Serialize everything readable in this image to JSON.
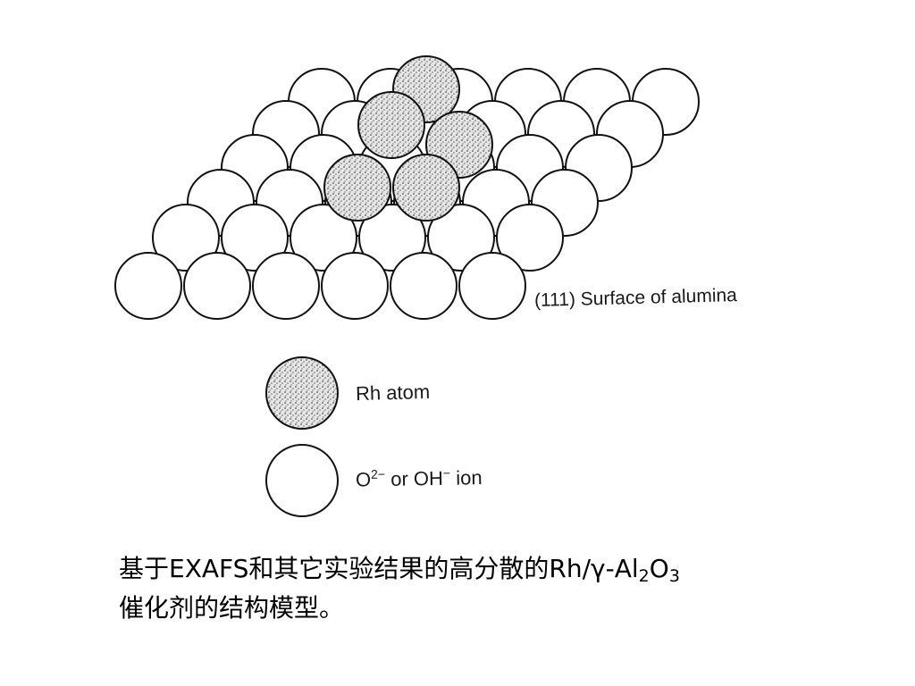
{
  "diagram": {
    "surface_label": "(111) Surface of alumina",
    "legend": {
      "rh_label": "Rh atom",
      "o_prefix": "O",
      "o_charge": "2−",
      "o_middle": " or OH",
      "o_charge2": "−",
      "o_suffix": " ion"
    },
    "colors": {
      "outline": "#111111",
      "oxygen_fill": "#ffffff",
      "rh_fill": "#d9d9d9"
    }
  },
  "caption": {
    "line1_part1": "基于EXAFS和其它实验结果的高分散的Rh/γ-Al",
    "sub1": "2",
    "o_letter": "O",
    "sub2": "3",
    "line2": "催化剂的结构模型。"
  }
}
